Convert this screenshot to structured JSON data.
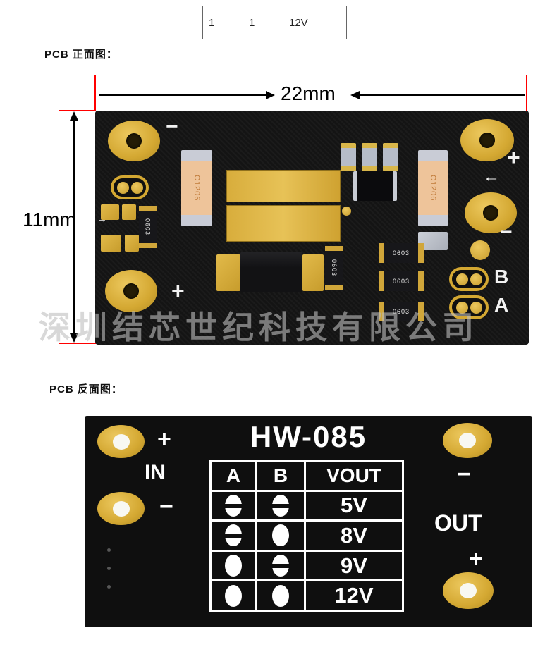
{
  "colors": {
    "board_black": "#141414",
    "pad_gold": "#d4a832",
    "dimension_red": "#ff0000",
    "silkscreen_white": "#f2f2f2",
    "capacitor_tan": "#eec49a"
  },
  "spec_table": {
    "cells": [
      "1",
      "1",
      "12V"
    ]
  },
  "sections": {
    "front_label": "PCB 正面图：",
    "back_label": "PCB 反面图："
  },
  "front": {
    "dim_width": "22mm",
    "dim_height": "11mm",
    "watermark": "深圳结芯世纪科技有限公司",
    "silkscreen": {
      "top_left_minus": "−",
      "top_right_plus": "+",
      "top_right_arrow": "←",
      "left_arrow": "→",
      "right_minus": "−",
      "bottom_left_plus": "+",
      "jumper_b_label": "B",
      "jumper_a_label": "A"
    },
    "components": {
      "cap_left_label": "C1206",
      "cap_right_label": "C1206",
      "res_left_label": "0603",
      "res_mid_label": "0603",
      "res_right_labels": [
        "0603",
        "0603",
        "0603"
      ]
    }
  },
  "back": {
    "title": "HW-085",
    "in": {
      "plus": "+",
      "label": "IN",
      "minus": "−"
    },
    "out": {
      "minus": "−",
      "label": "OUT",
      "plus": "+"
    },
    "table": {
      "headers": [
        "A",
        "B",
        "VOUT"
      ],
      "rows": [
        {
          "a": "open",
          "b": "open",
          "vout": "5V"
        },
        {
          "a": "open",
          "b": "closed",
          "vout": "8V"
        },
        {
          "a": "closed",
          "b": "open",
          "vout": "9V"
        },
        {
          "a": "closed",
          "b": "closed",
          "vout": "12V"
        }
      ]
    }
  }
}
